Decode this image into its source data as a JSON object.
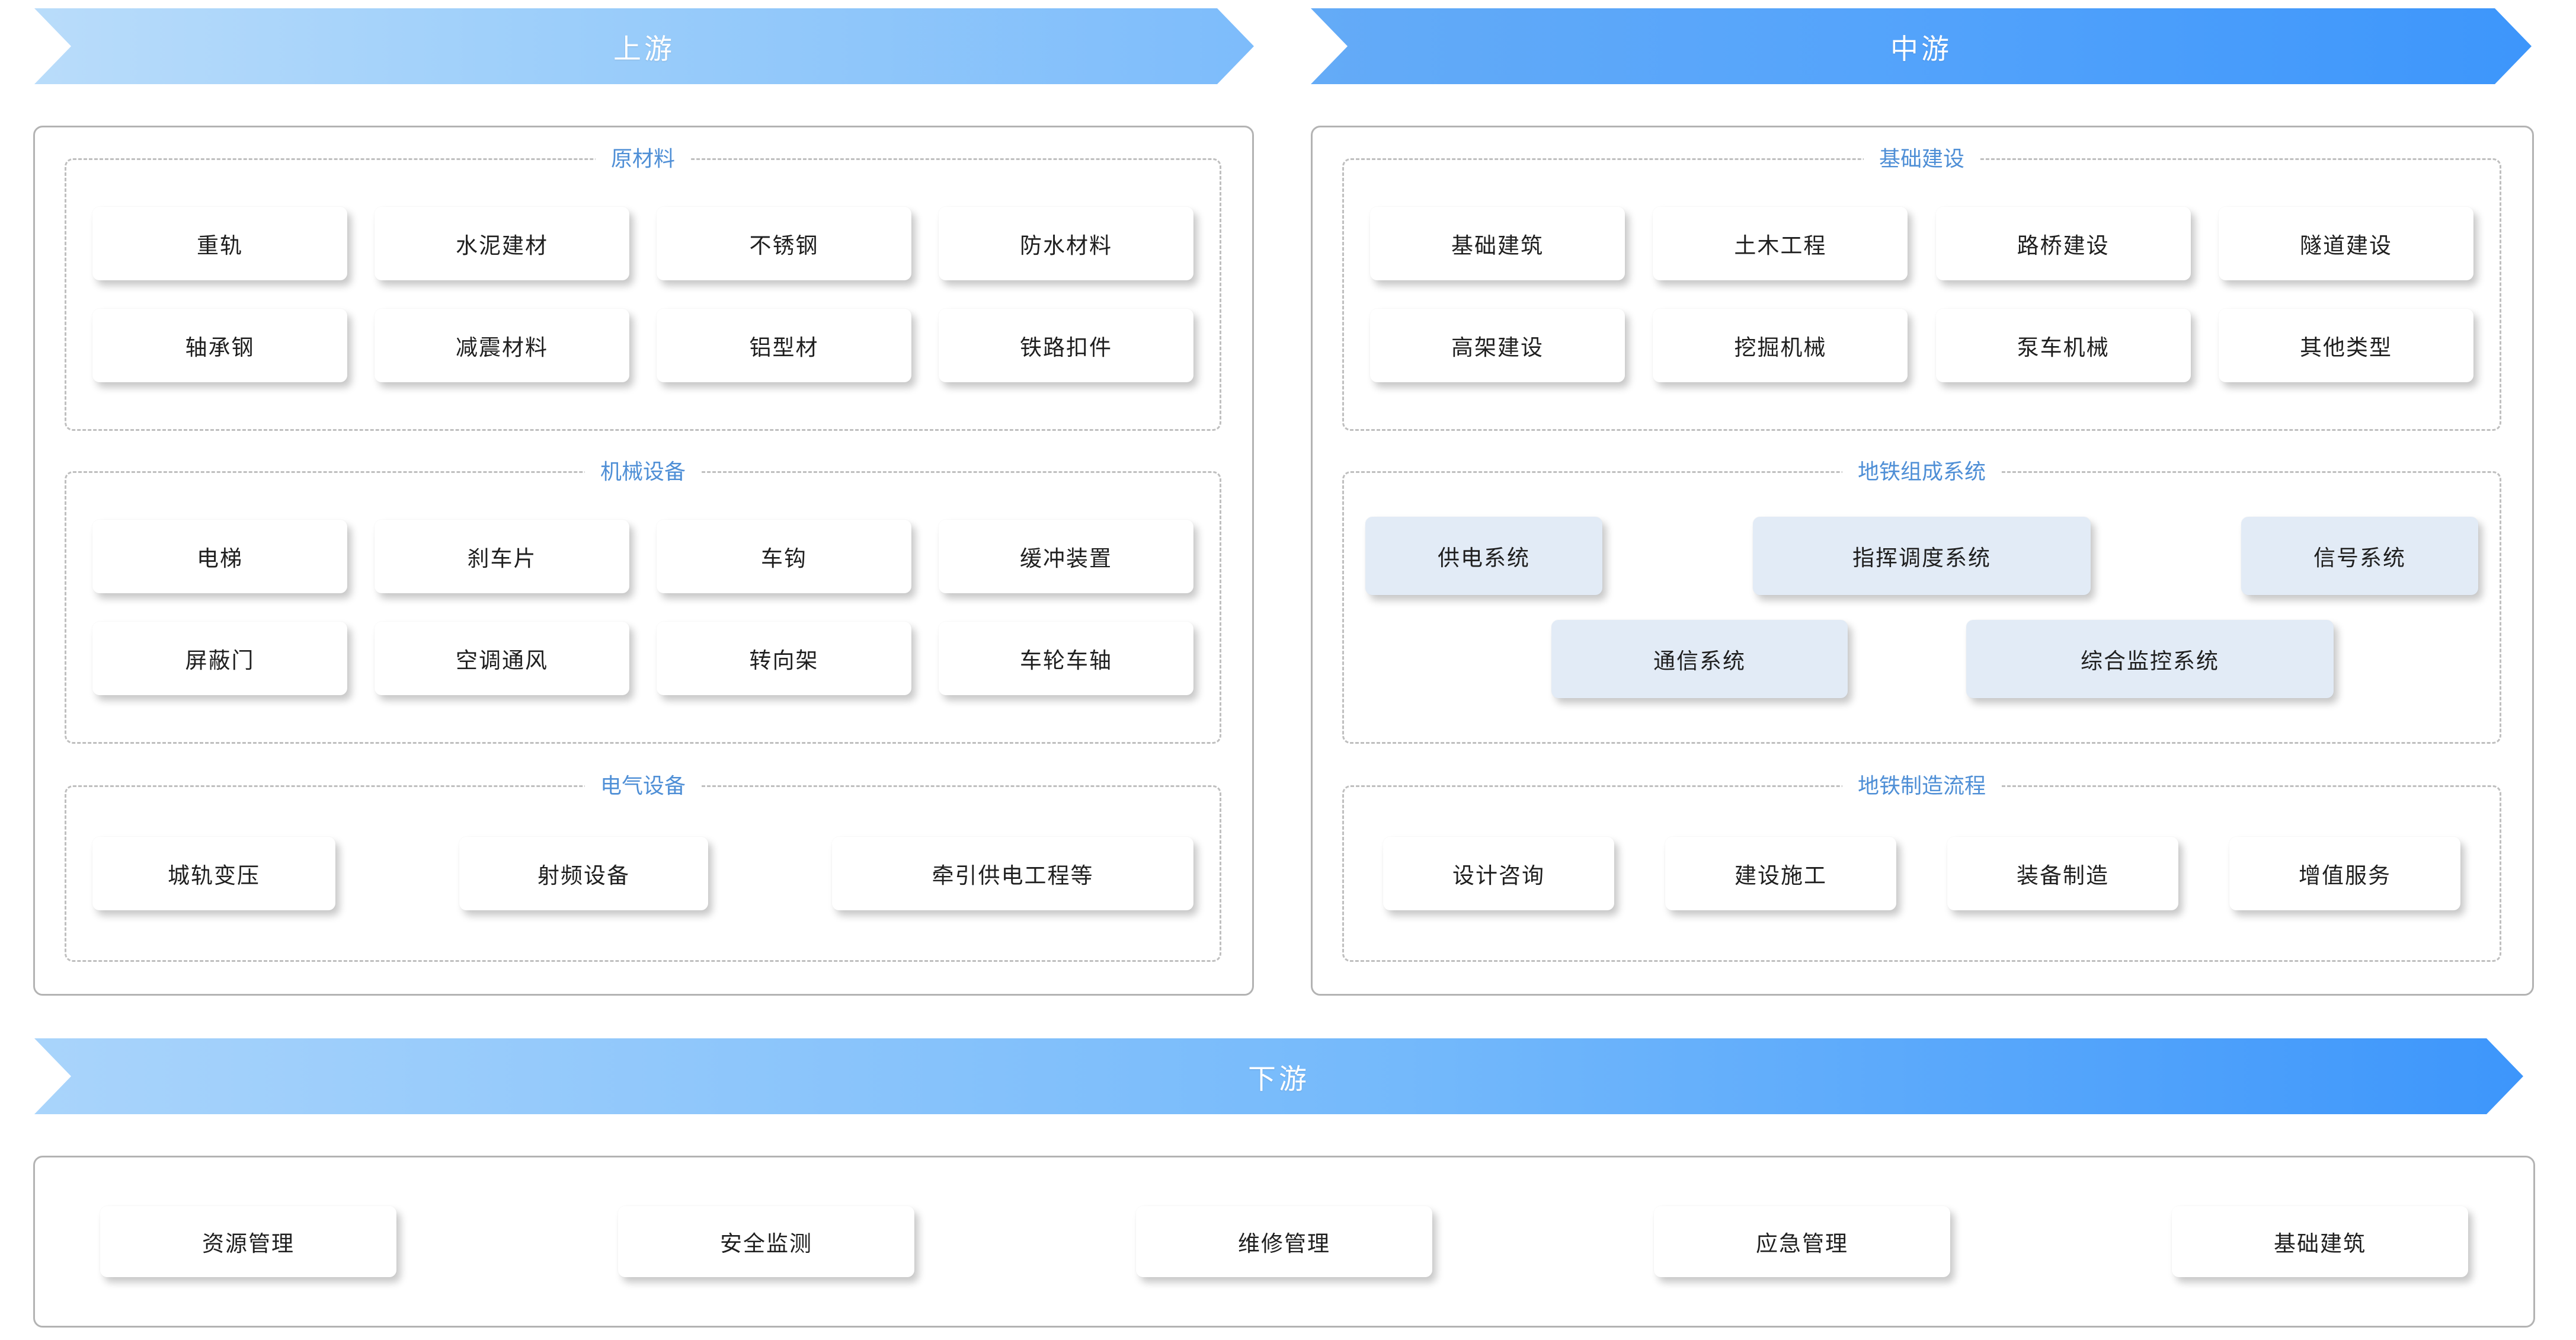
{
  "banners": {
    "upstream": {
      "label": "上游",
      "color": "#9ecffa"
    },
    "midstream": {
      "label": "中游",
      "color": "#4f9ffb"
    },
    "downstream": {
      "label": "下游",
      "color": "#74b9fb"
    }
  },
  "title_color": "#4f8fd6",
  "upstream": {
    "groups": [
      {
        "title": "原材料",
        "rows": [
          [
            "重轨",
            "水泥建材",
            "不锈钢",
            "防水材料"
          ],
          [
            "轴承钢",
            "减震材料",
            "铝型材",
            "铁路扣件"
          ]
        ]
      },
      {
        "title": "机械设备",
        "rows": [
          [
            "电梯",
            "刹车片",
            "车钩",
            "缓冲装置"
          ],
          [
            "屏蔽门",
            "空调通风",
            "转向架",
            "车轮车轴"
          ]
        ]
      },
      {
        "title": "电气设备",
        "rows": [
          [
            "城轨变压",
            "射频设备",
            "牵引供电工程等"
          ]
        ]
      }
    ]
  },
  "midstream": {
    "groups": [
      {
        "title": "基础建设",
        "rows": [
          [
            "基础建筑",
            "土木工程",
            "路桥建设",
            "隧道建设"
          ],
          [
            "高架建设",
            "挖掘机械",
            "泵车机械",
            "其他类型"
          ]
        ]
      },
      {
        "title": "地铁组成系统",
        "highlight_color": "#e2ebf6",
        "rows": [
          [
            "供电系统",
            "指挥调度系统",
            "信号系统"
          ],
          [
            "通信系统",
            "综合监控系统"
          ]
        ]
      },
      {
        "title": "地铁制造流程",
        "rows": [
          [
            "设计咨询",
            "建设施工",
            "装备制造",
            "增值服务"
          ]
        ]
      }
    ]
  },
  "downstream": {
    "items": [
      "资源管理",
      "安全监测",
      "维修管理",
      "应急管理",
      "基础建筑"
    ]
  }
}
